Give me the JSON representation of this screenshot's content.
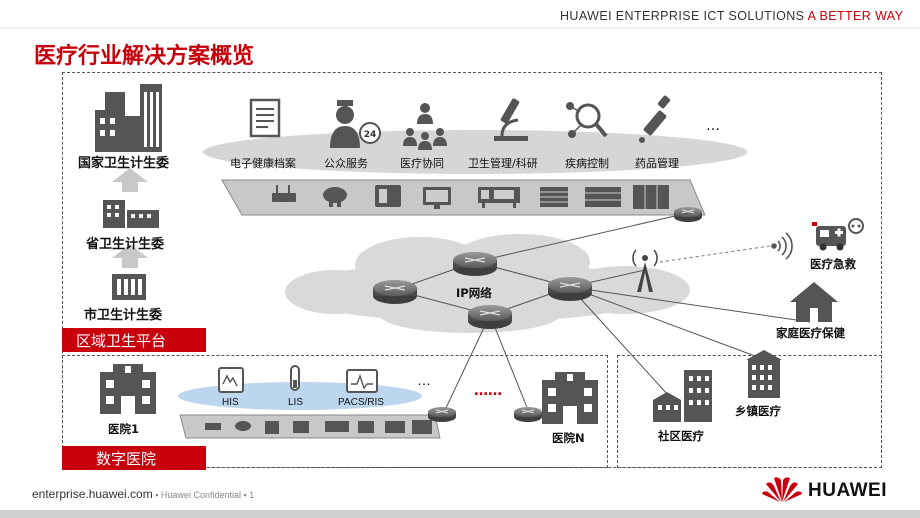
{
  "header": {
    "tagline_main": "HUAWEI ENTERPRISE ICT SOLUTIONS ",
    "tagline_accent": "A BETTER WAY"
  },
  "title": "医疗行业解决方案概览",
  "levels": {
    "national": "国家卫生计生委",
    "provincial": "省卫生计生委",
    "city": "市卫生计生委"
  },
  "platform_label": "区域卫生平台",
  "digital_hospital_label": "数字医院",
  "services": [
    "电子健康档案",
    "公众服务",
    "医疗协同",
    "卫生管理/科研",
    "疾病控制",
    "药品管理"
  ],
  "services_more": "…",
  "network": {
    "core_label": "IP网络"
  },
  "hospital": {
    "systems": [
      "HIS",
      "LIS",
      "PACS/RIS"
    ],
    "systems_more": "…",
    "hospital1": "医院1",
    "hospitalN": "医院N",
    "dots": "……"
  },
  "endpoints": {
    "emergency": "医疗急救",
    "family": "家庭医疗保健",
    "township": "乡镇医疗",
    "community": "社区医疗"
  },
  "footer": {
    "site": "enterprise.huawei.com",
    "confidential": " ▪ Huawei Confidential ▪ ",
    "page": "1",
    "brand": "HUAWEI"
  },
  "colors": {
    "accent": "#c7000b",
    "cloud": "#d9d9d9",
    "icon_dark": "#555555"
  }
}
